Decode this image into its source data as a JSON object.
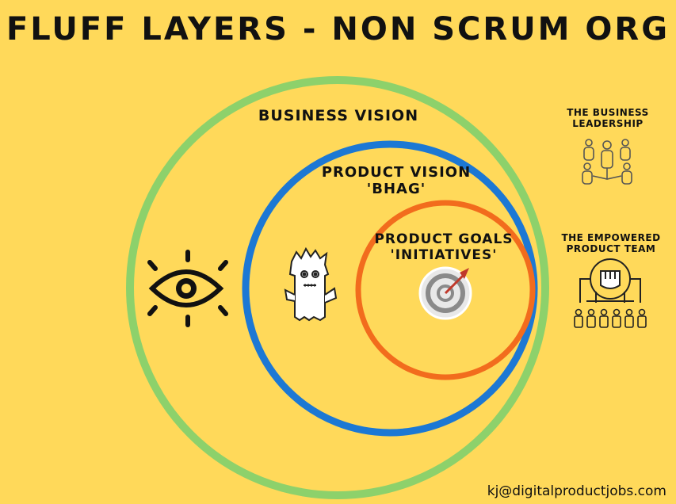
{
  "title": "FLUFF LAYERS - NON SCRUM ORG",
  "layers": {
    "business_vision": "BUSINESS VISION",
    "product_vision_line1": "PRODUCT VISION",
    "product_vision_line2": "'BHAG'",
    "product_goals_line1": "PRODUCT GOALS",
    "product_goals_line2": "'INITIATIVES'"
  },
  "side": {
    "leadership_line1": "THE BUSINESS",
    "leadership_line2": "LEADERSHIP",
    "team_line1": "THE EMPOWERED",
    "team_line2": "PRODUCT TEAM"
  },
  "footer": "kj@digitalproductjobs.com",
  "colors": {
    "background": "#ffd95a",
    "business_ring": "#8dd16b",
    "product_ring": "#1c78d4",
    "goals_ring": "#f26c1d"
  },
  "icons": [
    "eye-icon",
    "monster-icon",
    "target-icon",
    "leadership-icon",
    "team-fist-icon"
  ]
}
